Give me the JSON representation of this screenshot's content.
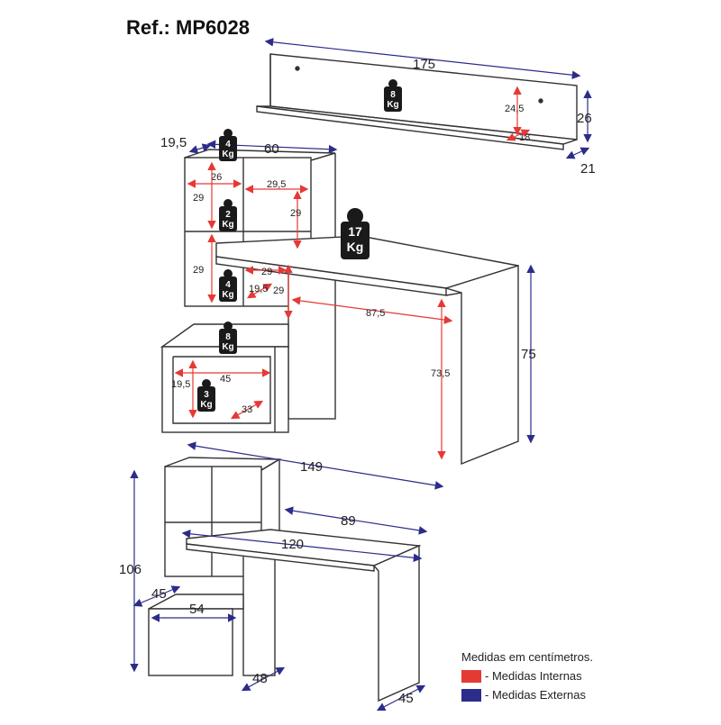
{
  "header": {
    "title": "Ref.: MP6028"
  },
  "colors": {
    "internal": "#e53935",
    "external": "#2c2c8a",
    "outline": "#333333",
    "weight_tag": "#1a1a1a"
  },
  "shelf": {
    "length": "175",
    "height": "26",
    "depth": "21",
    "inner_height": "24,5",
    "inner_depth": "18",
    "weight": {
      "value": "8",
      "unit": "Kg"
    }
  },
  "hutch": {
    "width": "60",
    "side_depth": "19,5",
    "cell_top_left_w": "26",
    "cell_top_right_w": "29,5",
    "cell_top_left_h": "29",
    "cell_top_right_h": "29",
    "cell_mid_left_h": "29",
    "cell_mid_right_w": "29",
    "cell_mid_depth": "19,5",
    "cell_mid_right_h": "29",
    "weights": [
      {
        "value": "4",
        "unit": "Kg"
      },
      {
        "value": "2",
        "unit": "Kg"
      },
      {
        "value": "4",
        "unit": "Kg"
      },
      {
        "value": "8",
        "unit": "Kg"
      }
    ]
  },
  "desk": {
    "inner_length": "87,5",
    "inner_height": "73,5",
    "height": "75",
    "weight": {
      "value": "17",
      "unit": "Kg"
    }
  },
  "drawer": {
    "inner_width": "45",
    "inner_height": "19,5",
    "inner_depth": "33",
    "weight": {
      "value": "3",
      "unit": "Kg"
    }
  },
  "overall": {
    "total_length": "149",
    "desk_return": "89",
    "desk_length": "120",
    "total_height": "106",
    "base_depth": "45",
    "drawer_width": "54",
    "base_width": "48",
    "desk_depth": "45"
  },
  "legend": {
    "caption": "Medidas em centímetros.",
    "internal_label": "- Medidas Internas",
    "external_label": "- Medidas Externas"
  }
}
